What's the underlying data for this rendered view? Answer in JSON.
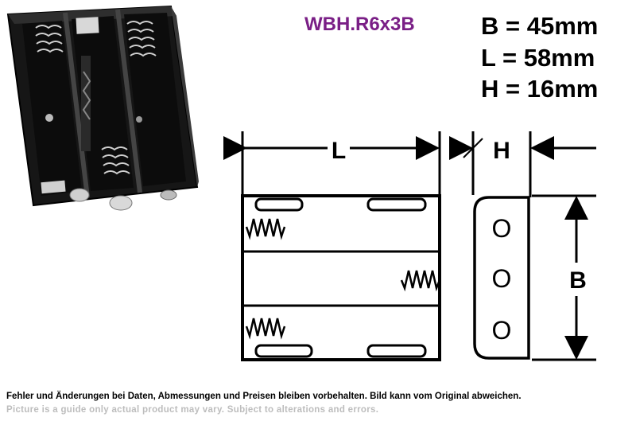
{
  "product": {
    "model_code": "WBH.R6x3B",
    "model_color": "#7a1f86"
  },
  "dimensions": [
    {
      "key": "B",
      "text": "B = 45mm"
    },
    {
      "key": "L",
      "text": "L = 58mm"
    },
    {
      "key": "H",
      "text": "H = 16mm"
    }
  ],
  "drawing": {
    "label_length": "L",
    "label_height": "H",
    "label_width": "B",
    "front_contacts": "O"
  },
  "disclaimer": {
    "german": "Fehler und Änderungen bei Daten, Abmessungen und Preisen bleiben vorbehalten. Bild kann vom Original abweichen.",
    "english": "Picture is a guide only actual product may vary. Subject to alterations and errors."
  },
  "images": {
    "photo_icon": "battery-holder-photo"
  }
}
